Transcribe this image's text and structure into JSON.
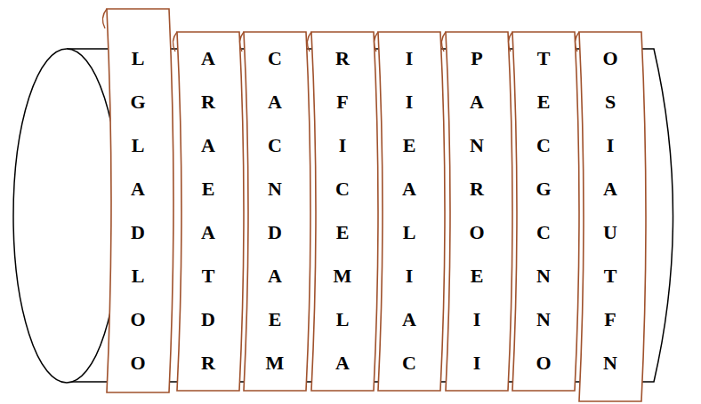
{
  "diagram": {
    "nodes": [
      {
        "text": [
          "L",
          "G",
          "L",
          "A",
          "D",
          "L",
          "O",
          "O"
        ]
      },
      {
        "text": [
          "A",
          "R",
          "A",
          "E",
          "A",
          "T",
          "D",
          "R"
        ]
      },
      {
        "text": [
          "C",
          "A",
          "C",
          "N",
          "D",
          "A",
          "E",
          "M"
        ]
      },
      {
        "text": [
          "R",
          "F",
          "I",
          "C",
          "E",
          "M",
          "L",
          "A"
        ]
      },
      {
        "text": [
          "I",
          "I",
          "E",
          "A",
          "L",
          "I",
          "A",
          "C"
        ]
      },
      {
        "text": [
          "P",
          "A",
          "N",
          "R",
          "O",
          "E",
          "I",
          "I"
        ]
      },
      {
        "text": [
          "T",
          "E",
          "C",
          "G",
          "C",
          "N",
          "N",
          "O"
        ]
      },
      {
        "text": [
          "O",
          "S",
          "I",
          "A",
          "U",
          "T",
          "F",
          "N"
        ]
      }
    ]
  }
}
